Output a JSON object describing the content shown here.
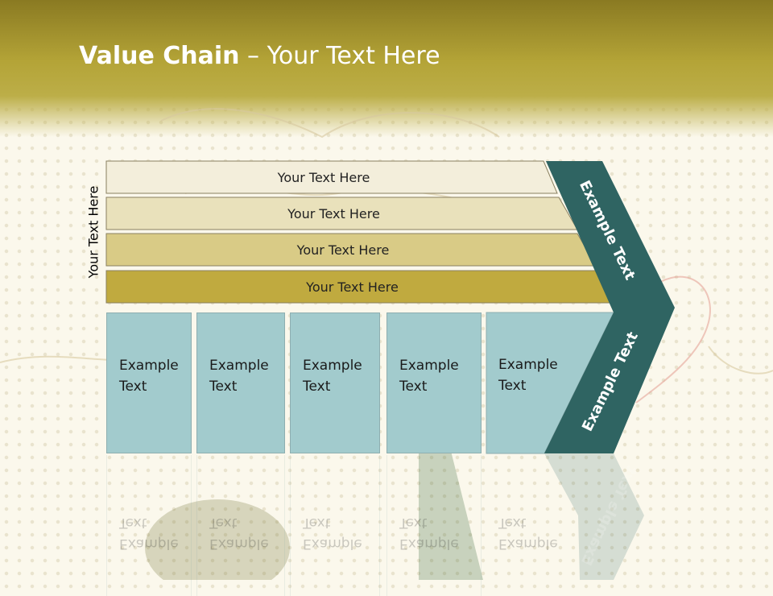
{
  "slide": {
    "title_bold": "Value Chain",
    "title_rest": " – Your Text Here",
    "side_label": "Your Text Here",
    "bars": [
      "Your Text Here",
      "Your Text Here",
      "Your Text Here",
      "Your Text Here"
    ],
    "boxes": [
      {
        "line1": "Example",
        "line2": "Text"
      },
      {
        "line1": "Example",
        "line2": "Text"
      },
      {
        "line1": "Example",
        "line2": "Text"
      },
      {
        "line1": "Example",
        "line2": "Text"
      },
      {
        "line1": "Example",
        "line2": "Text"
      }
    ],
    "chevron_upper": "Example Text",
    "chevron_lower": "Example Text"
  },
  "colors": {
    "header": "#b4a437",
    "bar1": "#f3eedb",
    "bar2": "#e9e1bb",
    "bar3": "#d9cb86",
    "bar4": "#c0aa3f",
    "box": "#a2cbcd",
    "chevron": "#2f6462"
  }
}
